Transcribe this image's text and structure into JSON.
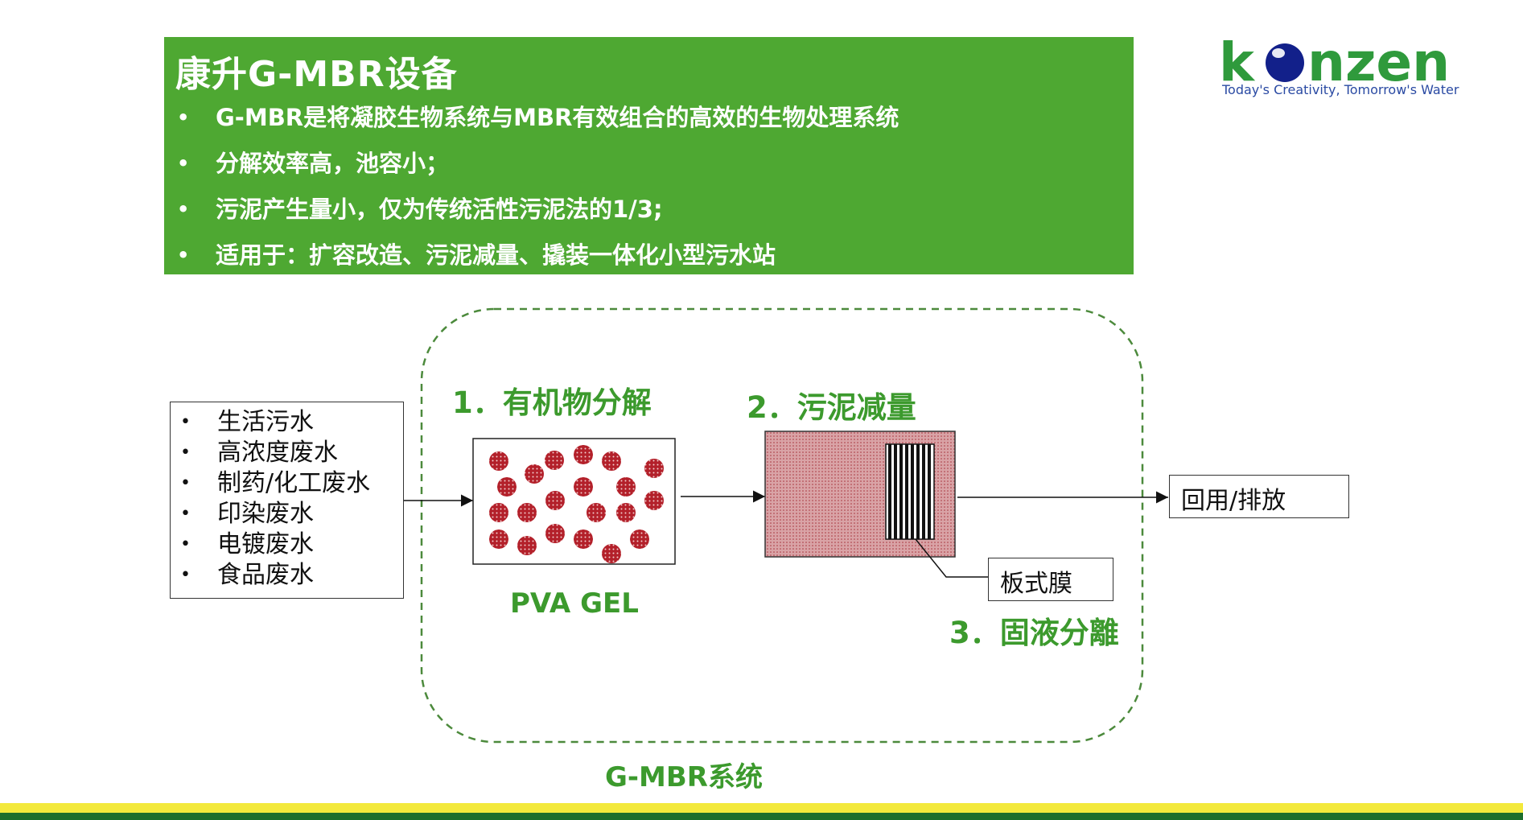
{
  "header": {
    "title": "康升G-MBR设备",
    "bullets": [
      "G-MBR是将凝胶生物系统与MBR有效组合的高效的生物处理系统",
      "分解效率高，池容小；",
      "污泥产生量小，仅为传统活性污泥法的1/3;",
      "适用于：扩容改造、污泥减量、撬装一体化小型污水站"
    ]
  },
  "logo": {
    "word": "konzen",
    "tagline": "Today's Creativity, Tomorrow's Water"
  },
  "inputs": {
    "items": [
      "生活污水",
      "高浓度废水",
      "制药/化工废水",
      "印染废水",
      "电镀废水",
      "食品废水"
    ]
  },
  "stages": {
    "stage1": "1．有机物分解",
    "stage2": "2．污泥减量",
    "stage3": "3．固液分離",
    "gel_label": "PVA GEL",
    "membrane_label": "板式膜",
    "output_label": "回用/排放",
    "system_label": "G-MBR系统"
  },
  "colors": {
    "header_green": "#4ea832",
    "label_green": "#3c9a2d",
    "bead_red": "#b3202a",
    "tank_pink": "#d9a3a6"
  }
}
